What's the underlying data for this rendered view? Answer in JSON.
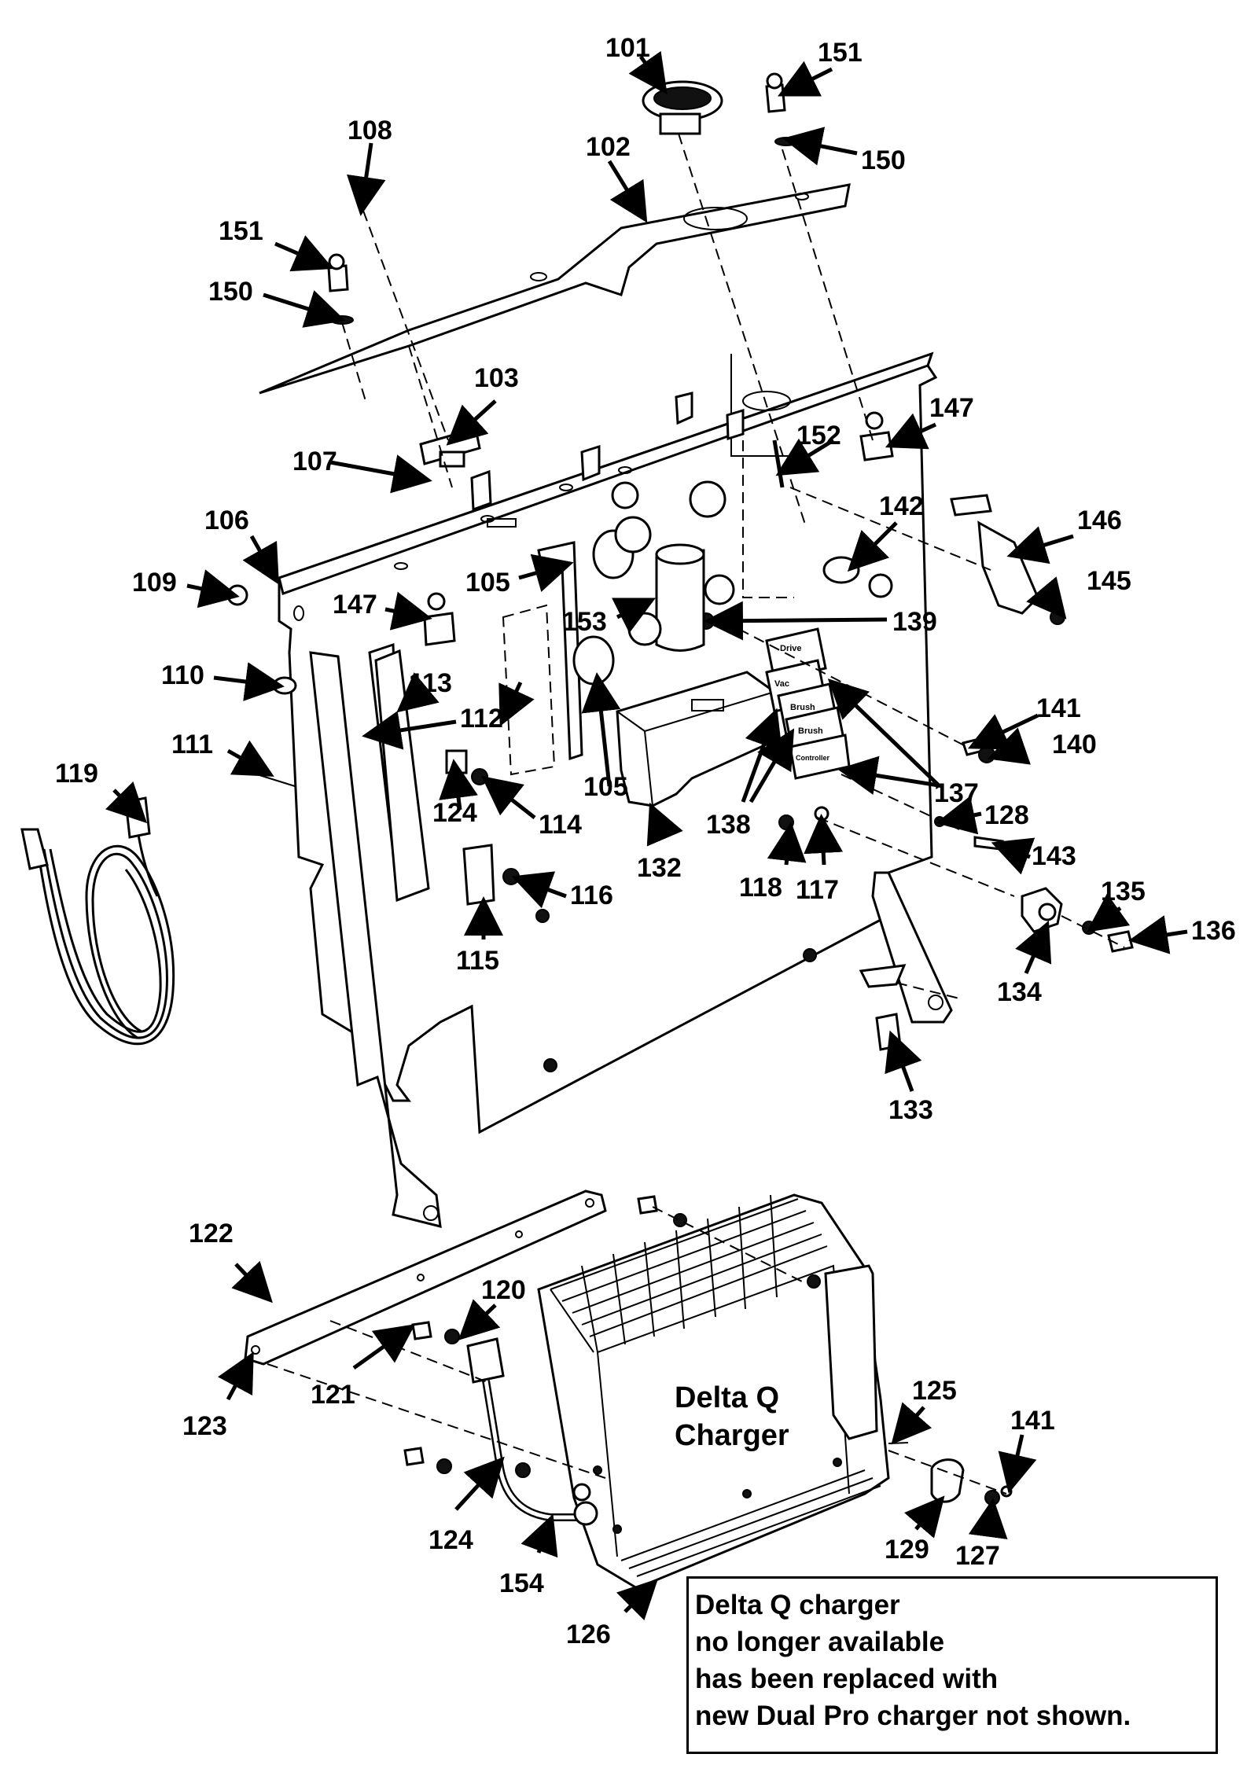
{
  "charger": {
    "line1": "Delta Q",
    "line2": "Charger"
  },
  "relays": [
    "Drive",
    "Vac",
    "Brush",
    "Brush",
    "Controller"
  ],
  "note": [
    "Delta Q charger",
    "no longer available",
    "has been replaced with",
    "new Dual Pro charger not shown."
  ],
  "callouts": [
    "101",
    "151",
    "102",
    "150",
    "108",
    "151",
    "150",
    "103",
    "107",
    "106",
    "109",
    "147",
    "152",
    "142",
    "146",
    "145",
    "105",
    "153",
    "139",
    "110",
    "113",
    "112",
    "141",
    "140",
    "111",
    "119",
    "124",
    "114",
    "105",
    "132",
    "138",
    "137",
    "128",
    "143",
    "116",
    "118",
    "117",
    "135",
    "136",
    "115",
    "134",
    "133",
    "122",
    "120",
    "121",
    "123",
    "125",
    "141",
    "124",
    "129",
    "127",
    "154",
    "126"
  ]
}
